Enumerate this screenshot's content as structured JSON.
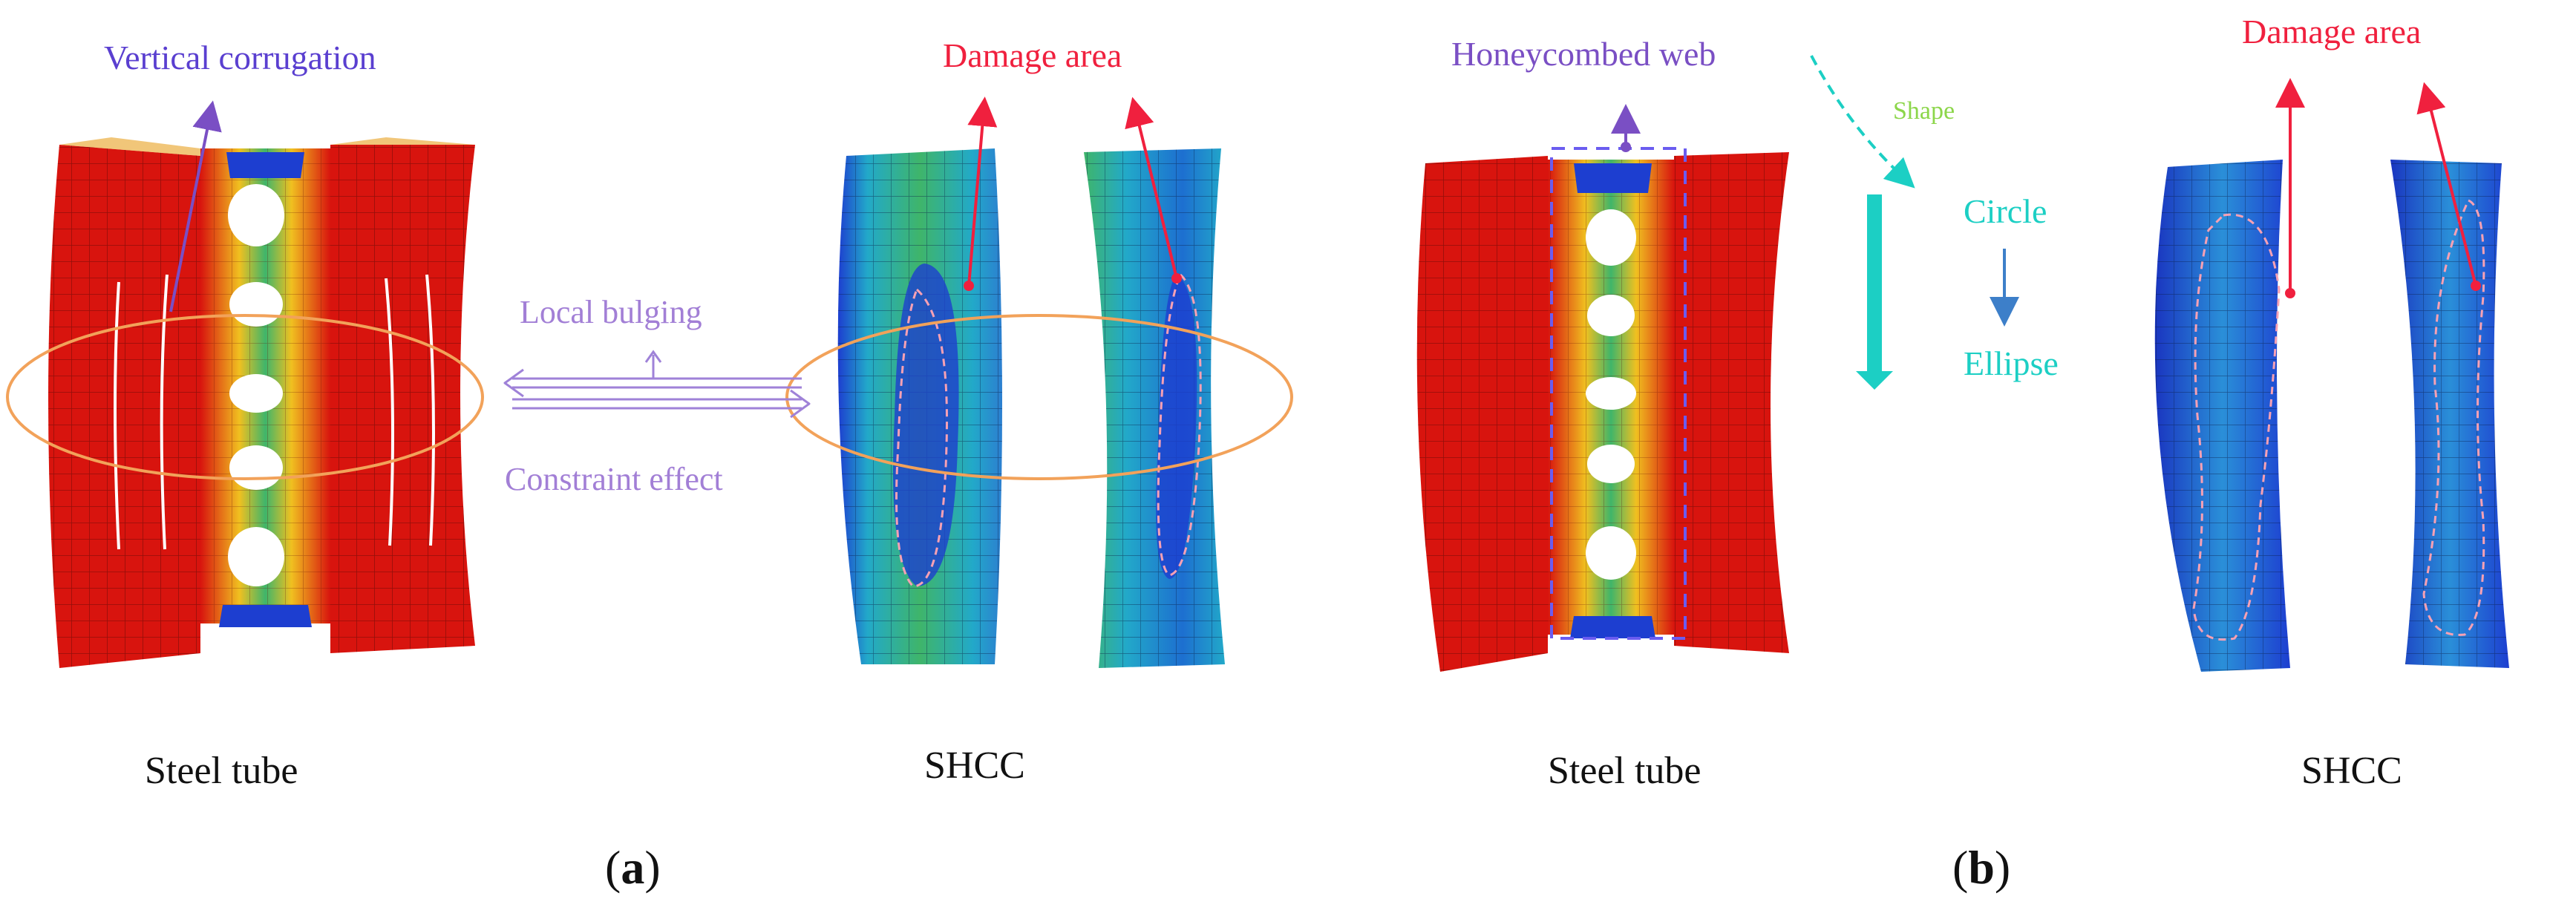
{
  "panel_a": {
    "label_open": "(",
    "label_letter": "a",
    "label_close": ")",
    "vertical_corrugation": "Vertical corrugation",
    "damage_area": "Damage area",
    "local_bulging": "Local bulging",
    "constraint_effect": "Constraint effect",
    "steel_tube": "Steel tube",
    "shcc": "SHCC"
  },
  "panel_b": {
    "label_open": "(",
    "label_letter": "b",
    "label_close": ")",
    "honeycombed_web": "Honeycombed web",
    "shape": "Shape",
    "circle": "Circle",
    "ellipse": "Ellipse",
    "damage_area": "Damage area",
    "steel_tube": "Steel tube",
    "shcc": "SHCC"
  },
  "colors": {
    "steel_red": "#d8140e",
    "shcc_green": "#3fb56a",
    "shcc_cyan": "#22a9c9",
    "shcc_blue": "#1d3ed0",
    "annotation_purple": "#7a4fc4",
    "annotation_red": "#f0203e",
    "annotation_cyan": "#1ccfc4",
    "arrow_blue": "#3d7fc9",
    "ellipse_orange": "#f2a25a",
    "shape_green": "#8cd64a"
  }
}
